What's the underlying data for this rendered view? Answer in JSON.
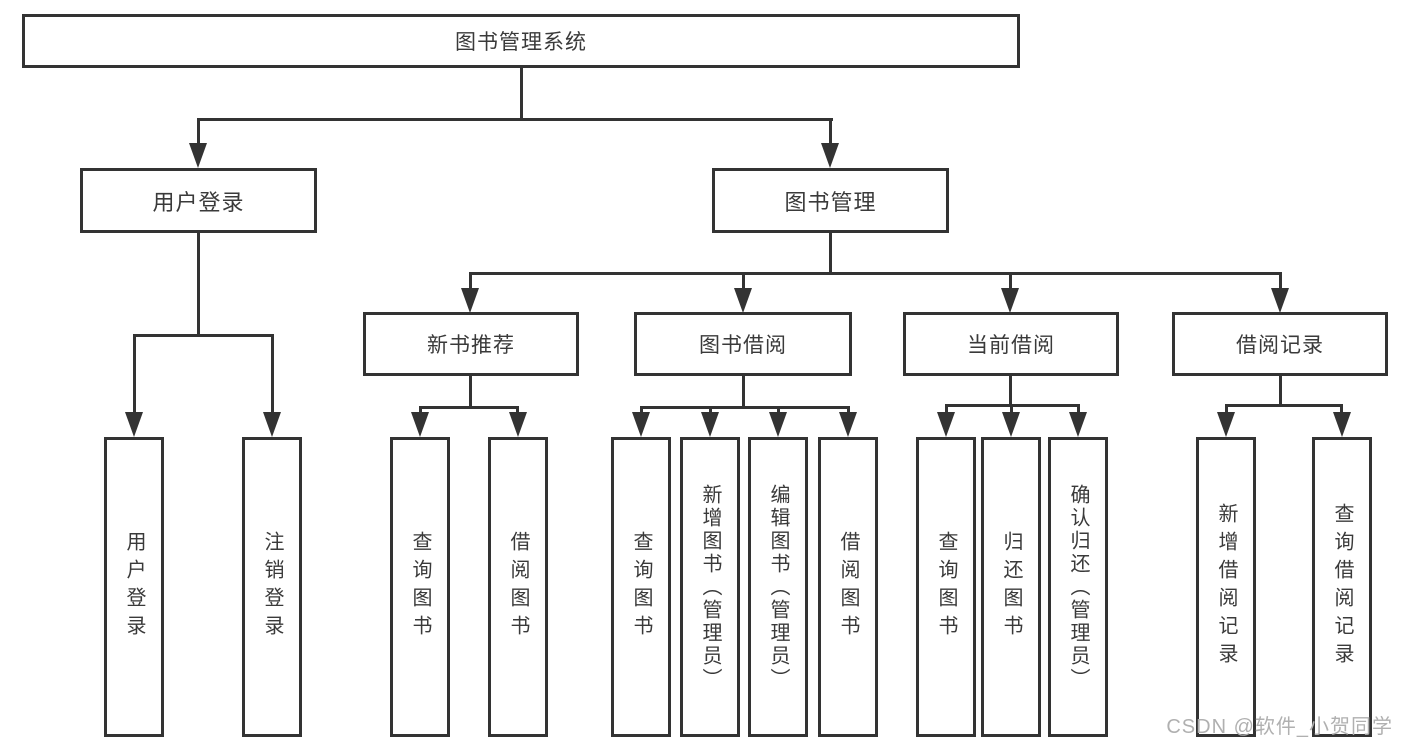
{
  "nodes": {
    "root": "图书管理系统",
    "user_login": "用户登录",
    "book_management": "图书管理",
    "new_book_recommend": "新书推荐",
    "book_borrow": "图书借阅",
    "current_borrow": "当前借阅",
    "borrow_records": "借阅记录",
    "leaf_user_login": "用户登录",
    "leaf_logout": "注销登录",
    "leaf_recommend_query_book": "查询图书",
    "leaf_recommend_borrow_book": "借阅图书",
    "leaf_borrow_query_book": "查询图书",
    "leaf_borrow_add_book": "新增图书（管理员）",
    "leaf_borrow_edit_book": "编辑图书（管理员）",
    "leaf_borrow_borrow_book": "借阅图书",
    "leaf_current_query_book": "查询图书",
    "leaf_current_return_book": "归还图书",
    "leaf_current_confirm_return": "确认归还（管理员）",
    "leaf_records_add_record": "新增借阅记录",
    "leaf_records_query_record": "查询借阅记录"
  },
  "watermark": "CSDN @软件_小贺同学",
  "colors": {
    "line": "#333333",
    "text": "#3a3a3a",
    "watermark": "#b0b0b0",
    "background": "#ffffff"
  }
}
